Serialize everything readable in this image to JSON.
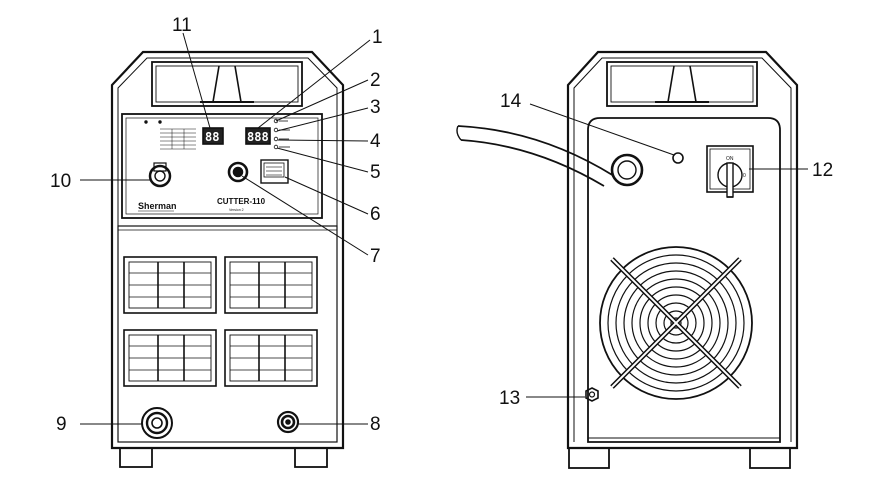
{
  "front_panel": {
    "brand": "Sherman",
    "model": "CUTTER-110",
    "model_sub": "Version 2",
    "display_small": "88",
    "display_large": "888"
  },
  "rear_panel": {
    "switch_on": "ON",
    "switch_off": "0"
  },
  "callouts": [
    "1",
    "2",
    "3",
    "4",
    "5",
    "6",
    "7",
    "8",
    "9",
    "10",
    "11",
    "12",
    "13",
    "14"
  ],
  "colors": {
    "line": "#111111",
    "background": "#ffffff",
    "display": "#222222"
  }
}
